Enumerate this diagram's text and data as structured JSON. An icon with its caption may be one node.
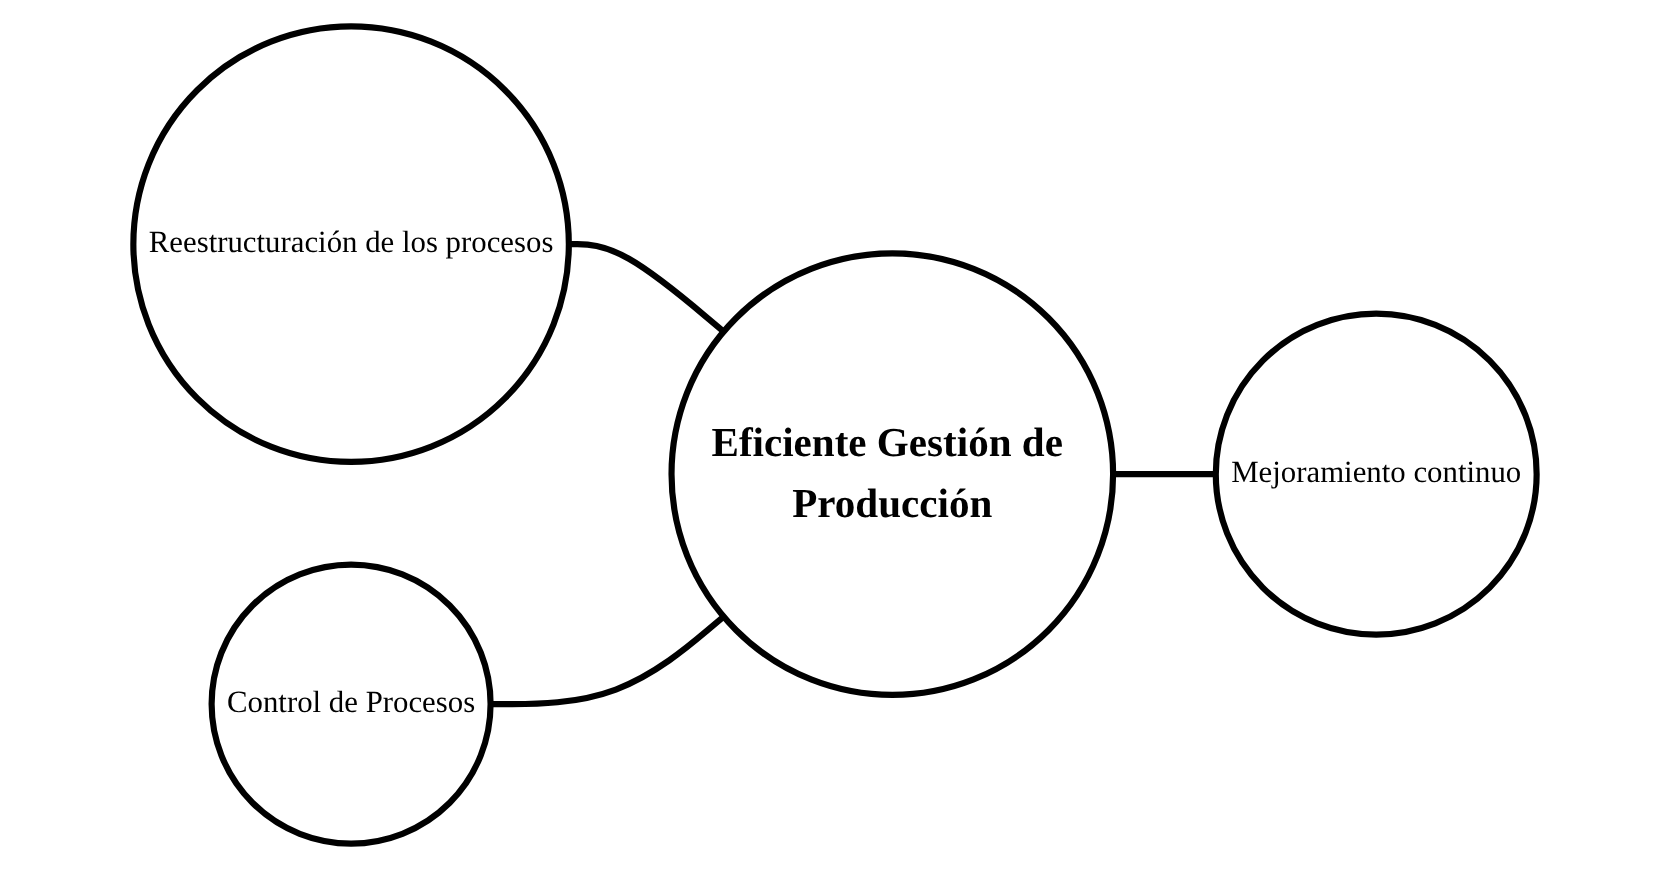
{
  "diagram": {
    "nodes": [
      {
        "text": [
          "Reestructuración de los procesos"
        ]
      },
      {
        "text": [
          "Control de Procesos"
        ]
      },
      {
        "text": [
          "Eficiente Gestión de Producción"
        ]
      },
      {
        "text": [
          "Mejoramiento continuo"
        ]
      }
    ],
    "edges": [
      {
        "from": 0,
        "to": 2,
        "arrow": "none"
      },
      {
        "from": 1,
        "to": 2,
        "arrow": "none"
      },
      {
        "from": 2,
        "to": 3,
        "arrow": "none"
      }
    ]
  }
}
